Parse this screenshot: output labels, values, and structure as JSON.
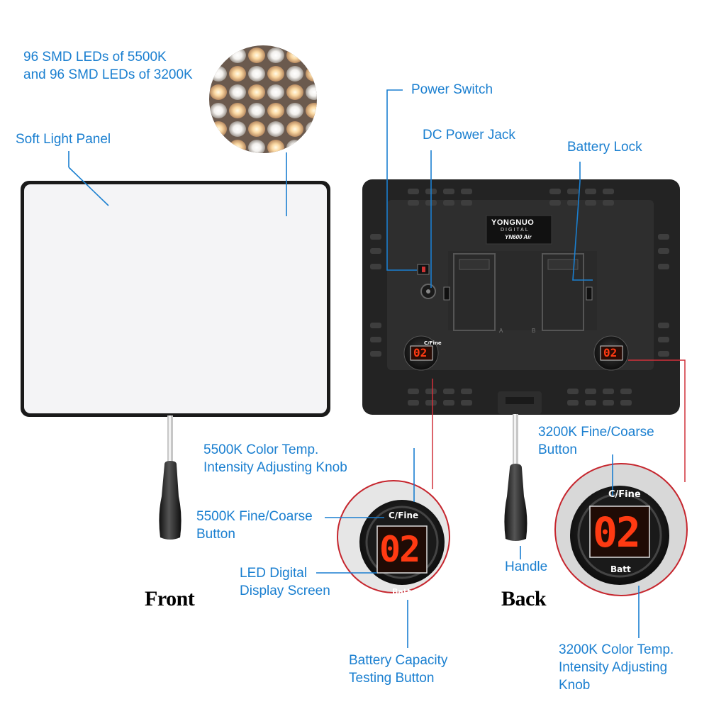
{
  "labels": {
    "leds": "96 SMD LEDs of 5500K\nand 96 SMD LEDs of 3200K",
    "soft_panel": "Soft Light Panel",
    "power_switch": "Power Switch",
    "dc_jack": "DC Power Jack",
    "battery_lock": "Battery Lock",
    "k5500_knob": "5500K Color Temp.\nIntensity Adjusting Knob",
    "k5500_button": "5500K Fine/Coarse\nButton",
    "led_display": "LED Digital\nDisplay Screen",
    "battery_test": "Battery Capacity\nTesting Button",
    "k3200_button": "3200K Fine/Coarse\nButton",
    "k3200_knob": "3200K Color Temp.\nIntensity Adjusting\nKnob",
    "handle": "Handle"
  },
  "headings": {
    "front": "Front",
    "back": "Back"
  },
  "device": {
    "brand": "YONGNUO",
    "brand_sub": "DIGITAL",
    "model": "YN600 Air",
    "display_value": "02",
    "cfine_label": "C/Fine",
    "batt_label": "Batt",
    "slot_a": "A",
    "slot_b": "B"
  },
  "colors": {
    "label_blue": "#1a7fd0",
    "callout_red": "#d0303a",
    "led_red": "#ff3a12"
  }
}
